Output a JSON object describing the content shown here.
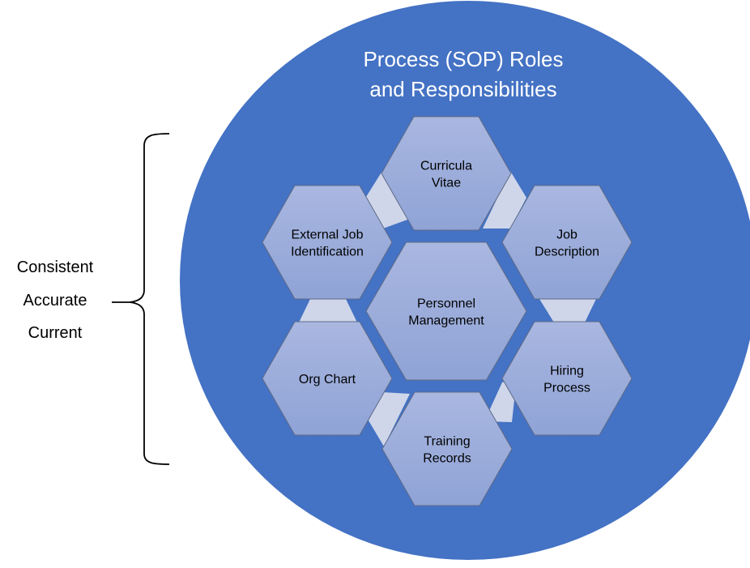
{
  "title": {
    "line1": "Process (SOP) Roles",
    "line2": "and Responsibilities"
  },
  "side_labels": [
    "Consistent",
    "Accurate",
    "Current"
  ],
  "center_hex": {
    "line1": "Personnel",
    "line2": "Management"
  },
  "outer_hexes": [
    {
      "id": "curricula-vitae",
      "lines": [
        "Curricula",
        "Vitae"
      ]
    },
    {
      "id": "job-description",
      "lines": [
        "Job",
        "Description"
      ]
    },
    {
      "id": "hiring-process",
      "lines": [
        "Hiring",
        "Process"
      ]
    },
    {
      "id": "training-records",
      "lines": [
        "Training",
        "Records"
      ]
    },
    {
      "id": "org-chart",
      "lines": [
        "Org Chart"
      ]
    },
    {
      "id": "external-job-identification",
      "lines": [
        "External Job",
        "Identification"
      ]
    }
  ],
  "colors": {
    "circle": "#4472C4",
    "hex_top": "#A9B7E0",
    "hex_bottom": "#8FA3D6",
    "connector": "#CFD6EA",
    "title_text": "#FFFFFF",
    "hex_text": "#000000",
    "hex_stroke": "#5F6B86"
  }
}
